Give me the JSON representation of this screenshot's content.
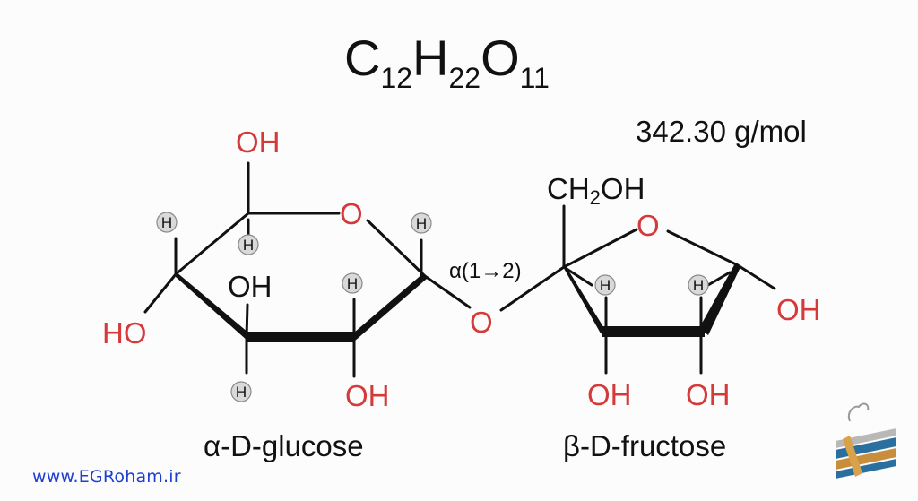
{
  "formula": {
    "c": "C",
    "c_sub": "12",
    "h": "H",
    "h_sub": "22",
    "o": "O",
    "o_sub": "11"
  },
  "molar_mass": "342.30 g/mol",
  "linkage": "α(1→2)",
  "glucose": {
    "name": "α-D-glucose",
    "oh_top": "OH",
    "oh_mid": "OH",
    "ho_left": "HO",
    "oh_bottom": "OH",
    "ring_o": "O",
    "h": "H"
  },
  "bridge_o": "O",
  "fructose": {
    "name": "β-D-fructose",
    "ch2oh_ch": "CH",
    "ch2oh_sub": "2",
    "ch2oh_oh": "OH",
    "ring_o": "O",
    "oh_right": "OH",
    "oh_bottom_left": "OH",
    "oh_bottom_right": "OH",
    "h": "H"
  },
  "website": "www.EGRoham.ir",
  "colors": {
    "oxygen": "#d43a3a",
    "text": "#111111",
    "link": "#1f3fd0",
    "h_circle": "#d9d9d9"
  },
  "icons": {
    "logo": "egroham-book-logo"
  }
}
